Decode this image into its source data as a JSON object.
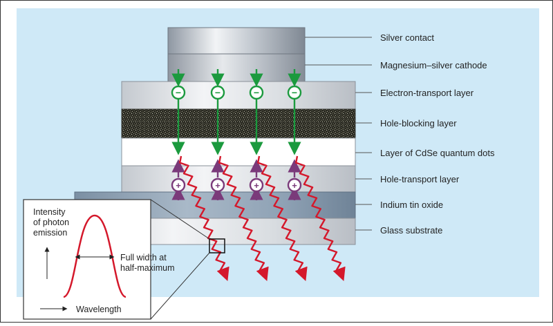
{
  "colors": {
    "background_panel": "#cfe9f7",
    "electron_arrow": "#1b9a3e",
    "hole_arrow": "#7a3a7a",
    "photon": "#d4182b",
    "leader_line": "#555555",
    "inset_curve": "#d4182b"
  },
  "layers": [
    {
      "key": "silver-contact",
      "label": "Silver contact"
    },
    {
      "key": "mg-ag-cathode",
      "label": "Magnesium–silver cathode"
    },
    {
      "key": "electron-transport",
      "label": "Electron-transport layer"
    },
    {
      "key": "hole-blocking",
      "label": "Hole-blocking layer"
    },
    {
      "key": "cdse-dots",
      "label": "Layer of CdSe quantum dots"
    },
    {
      "key": "hole-transport",
      "label": "Hole-transport layer"
    },
    {
      "key": "ito",
      "label": "Indium tin oxide"
    },
    {
      "key": "glass",
      "label": "Glass substrate"
    }
  ],
  "carriers": {
    "electron_symbol": "−",
    "hole_symbol": "+",
    "count": 4
  },
  "inset": {
    "y_label_line1": "Intensity",
    "y_label_line2": "of photon",
    "y_label_line3": "emission",
    "fwhm_line1": "Full width at",
    "fwhm_line2": "half-maximum",
    "x_label": "Wavelength"
  }
}
